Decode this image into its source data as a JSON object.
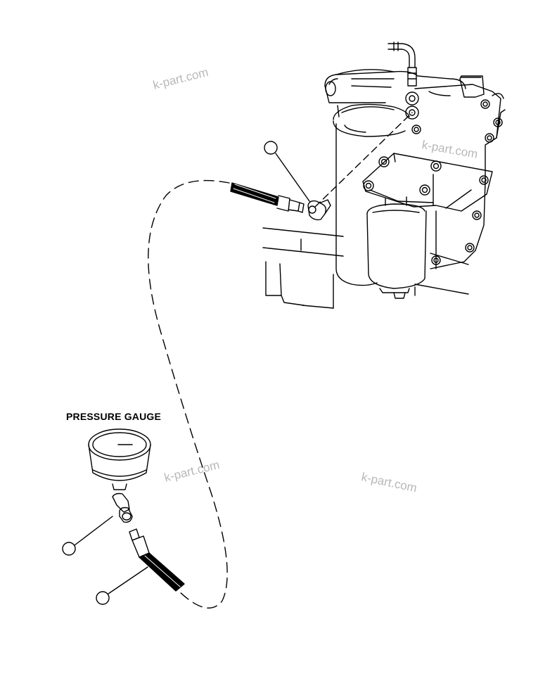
{
  "labels": {
    "pressure_gauge": "PRESSURE GAUGE"
  },
  "watermarks": [
    "k-part.com",
    "k-part.com",
    "k-part.com",
    "k-part.com"
  ],
  "colors": {
    "line": "#000000",
    "watermark": "#b8b8b8",
    "background": "#ffffff"
  }
}
